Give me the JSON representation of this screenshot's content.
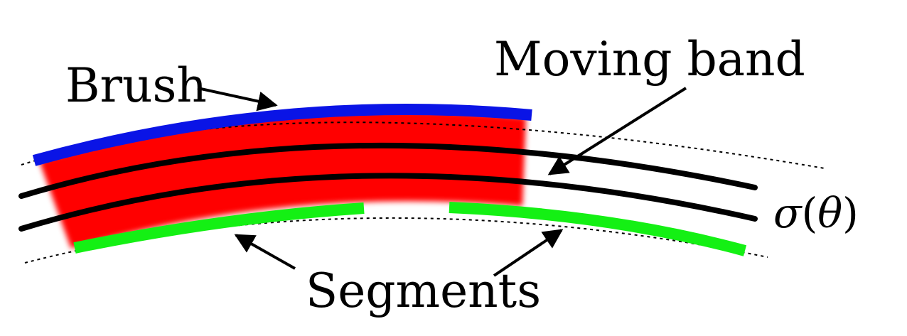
{
  "labels": {
    "brush": "Brush",
    "moving_band": "Moving band",
    "segments": "Segments",
    "curve_sigma": "σ",
    "curve_paren_open": "(",
    "curve_theta": "θ",
    "curve_paren_close": ")"
  },
  "colors": {
    "brush_edge": "#0a14e6",
    "brush_fill": "#ff0000",
    "band_lines": "#000000",
    "segments": "#14f014",
    "guides": "#000000"
  }
}
